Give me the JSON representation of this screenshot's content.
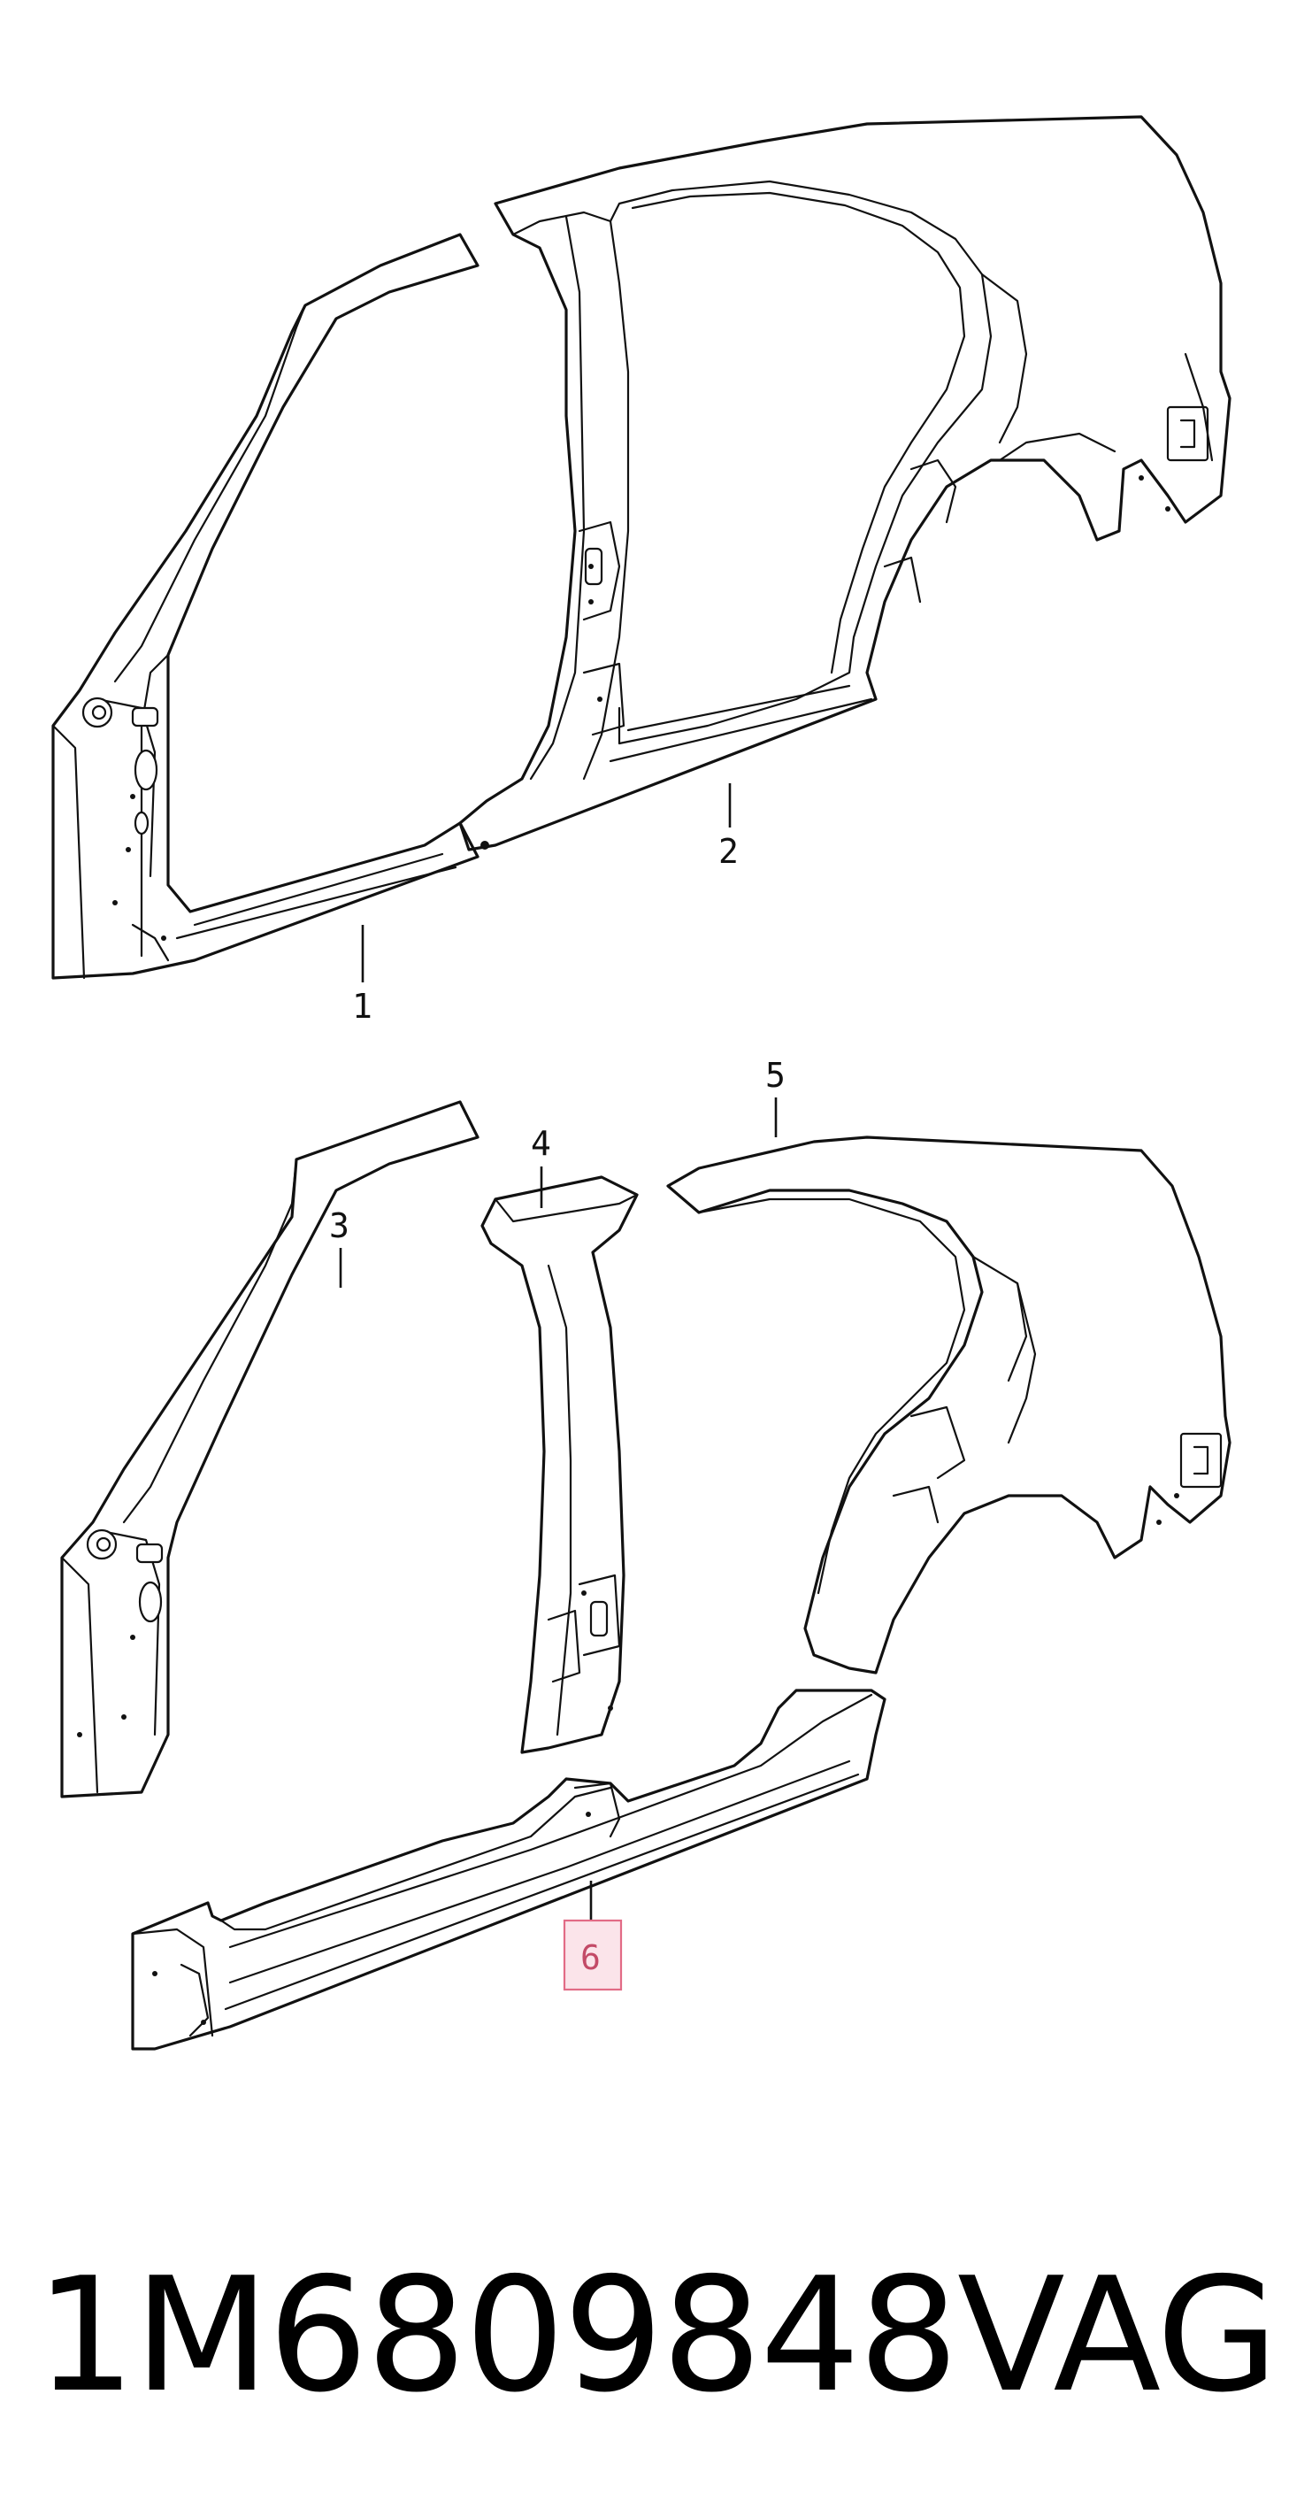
{
  "callouts": {
    "c1": "1",
    "c2": "2",
    "c3": "3",
    "c4": "4",
    "c5": "5",
    "c6": "6"
  },
  "highlighted_callout": "6",
  "highlight_color": "#e26b86",
  "footer": {
    "part_number": "1M6809848",
    "brand": "VAG"
  }
}
